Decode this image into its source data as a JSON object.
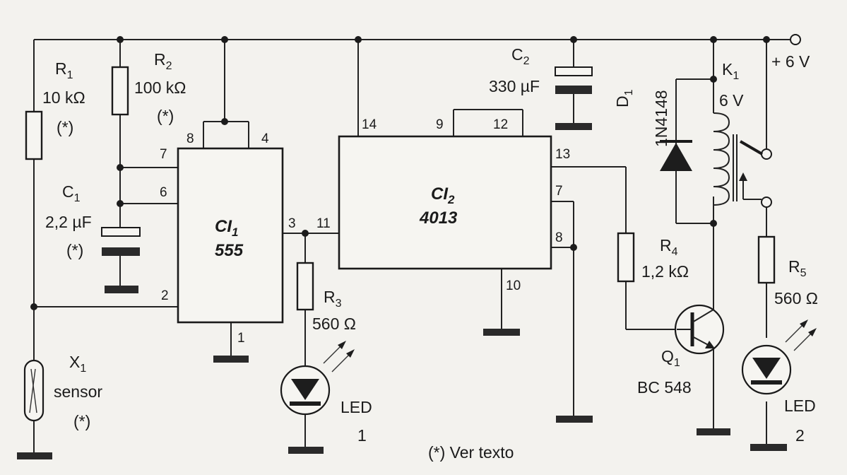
{
  "components": {
    "r1": {
      "name": "R",
      "sub": "1",
      "value": "10 kΩ",
      "note": "(*)"
    },
    "r2": {
      "name": "R",
      "sub": "2",
      "value": "100 kΩ",
      "note": "(*)"
    },
    "c1": {
      "name": "C",
      "sub": "1",
      "value": "2,2 µF",
      "note": "(*)"
    },
    "c2": {
      "name": "C",
      "sub": "2",
      "value": "330 µF"
    },
    "ci1": {
      "name": "CI",
      "sub": "1",
      "part": "555"
    },
    "ci2": {
      "name": "CI",
      "sub": "2",
      "part": "4013"
    },
    "r3": {
      "name": "R",
      "sub": "3",
      "value": "560 Ω"
    },
    "r4": {
      "name": "R",
      "sub": "4",
      "value": "1,2 kΩ"
    },
    "r5": {
      "name": "R",
      "sub": "5",
      "value": "560 Ω"
    },
    "d1": {
      "name": "D",
      "sub": "1",
      "part": "1N4148"
    },
    "k1": {
      "name": "K",
      "sub": "1",
      "value": "6 V"
    },
    "q1": {
      "name": "Q",
      "sub": "1",
      "part": "BC 548"
    },
    "x1": {
      "name": "X",
      "sub": "1",
      "part": "sensor",
      "note": "(*)"
    },
    "led1": {
      "name": "LED",
      "number": "1"
    },
    "led2": {
      "name": "LED",
      "number": "2"
    }
  },
  "supply": "+ 6 V",
  "pins": {
    "ci1": {
      "p8": "8",
      "p4": "4",
      "p7": "7",
      "p6": "6",
      "p3": "3",
      "p2": "2",
      "p1": "1"
    },
    "ci2": {
      "p14": "14",
      "p9": "9",
      "p12": "12",
      "p13": "13",
      "p11": "11",
      "p7": "7",
      "p8": "8",
      "p10": "10"
    }
  },
  "footnote": "(*) Ver texto"
}
